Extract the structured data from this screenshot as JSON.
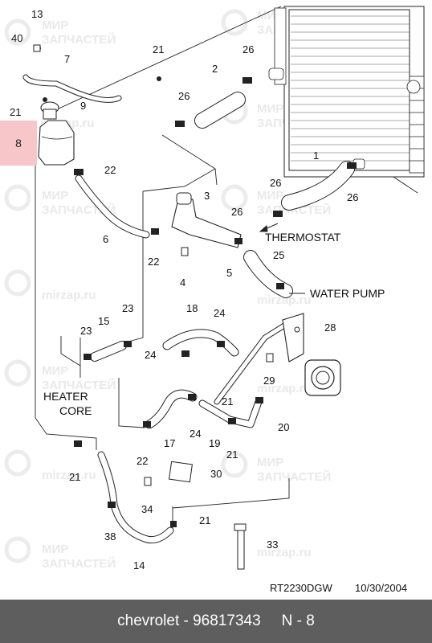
{
  "watermark": {
    "line1": "МИР",
    "line2": "ЗАПЧАСТЕЙ",
    "site": "mirzap.ru"
  },
  "callouts": {
    "c13": "13",
    "c40": "40",
    "c7": "7",
    "c21a": "21",
    "c9": "9",
    "c8": "8",
    "c21b": "21",
    "c2": "2",
    "c26a": "26",
    "c26b": "26",
    "c26c": "26",
    "c26d": "26",
    "c26e": "26",
    "c1": "1",
    "c22a": "22",
    "c3": "3",
    "c6": "6",
    "c22b": "22",
    "c4": "4",
    "c5": "5",
    "c25": "25",
    "c23a": "23",
    "c23b": "23",
    "c15": "15",
    "c18": "18",
    "c24a": "24",
    "c24b": "24",
    "c24c": "24",
    "c28": "28",
    "c29": "29",
    "c21c": "21",
    "c20": "20",
    "c17": "17",
    "c19": "19",
    "c21d": "21",
    "c22c": "22",
    "c21e": "21",
    "c30": "30",
    "c34": "34",
    "c38": "38",
    "c14": "14",
    "c21f": "21",
    "c33": "33"
  },
  "labels": {
    "thermostat": "THERMOSTAT",
    "water_pump": "WATER PUMP",
    "heater_line1": "HEATER",
    "heater_line2": "CORE",
    "drawing_code": "RT2230DGW",
    "drawing_date": "10/30/2004"
  },
  "footer": {
    "brand_part": "chevrolet - 96817343",
    "ref": "N - 8"
  }
}
